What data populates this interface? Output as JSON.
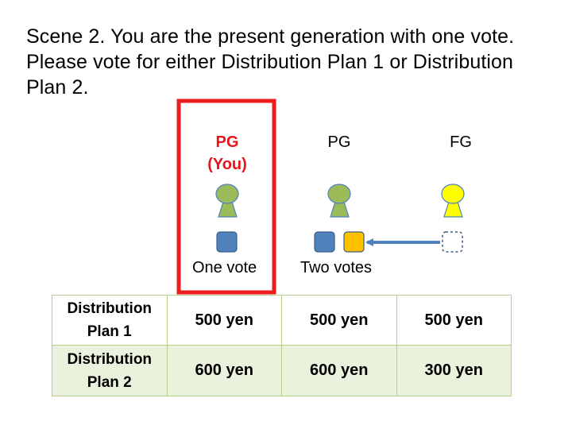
{
  "instructions": {
    "line1": "Scene 2. You are the present generation with one vote.",
    "line2": "Please vote for either Distribution Plan 1 or Distribution",
    "line3": "Plan 2."
  },
  "columns": [
    {
      "label_line1": "PG",
      "label_line2": "(You)",
      "votes_label": "One vote",
      "highlighted": true,
      "head_color": "#9bbb59"
    },
    {
      "label_line1": "PG",
      "votes_label": "Two votes",
      "highlighted": false,
      "head_color": "#9bbb59"
    },
    {
      "label_line1": "FG",
      "votes_label": "",
      "highlighted": false,
      "head_color": "#ffff00"
    }
  ],
  "colors": {
    "highlight_border": "#ee1c1c",
    "vote_box": "#4f81bd",
    "delegated_vote_box": "#ffc000",
    "arrow": "#4f81bd",
    "table_border": "#b7d08a",
    "table_alt_row": "#eaf1dd",
    "you_label": "#e8141c"
  },
  "table": {
    "rows": [
      {
        "name_line1": "Distribution",
        "name_line2": "Plan 1",
        "values": [
          "500 yen",
          "500 yen",
          "500 yen"
        ]
      },
      {
        "name_line1": "Distribution",
        "name_line2": "Plan 2",
        "values": [
          "600 yen",
          "600 yen",
          "300 yen"
        ]
      }
    ]
  }
}
